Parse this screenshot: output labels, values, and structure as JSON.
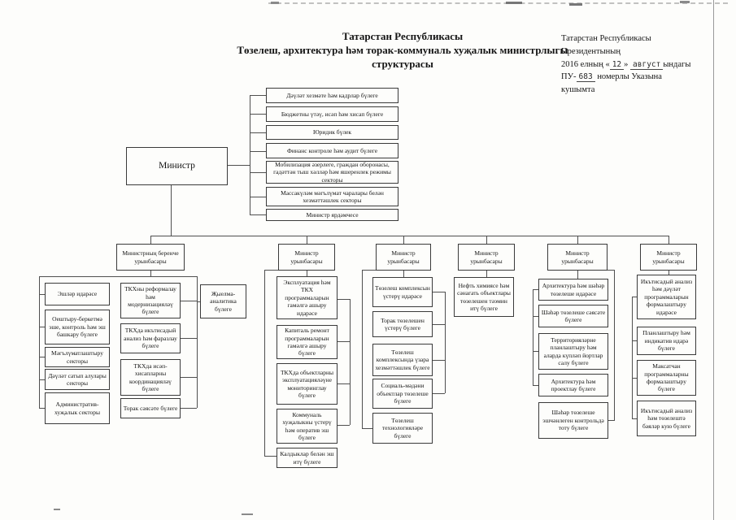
{
  "title": {
    "line1": "Татарстан Республикасы",
    "line2": "Төзелеш, архитектура һәм торак-коммуналь хуҗалык министрлыгы",
    "line3": "структурасы"
  },
  "decree_note": {
    "line1": "Татарстан Республикасы",
    "line2": "Президентының",
    "year_line": {
      "pre": "2016 елның «",
      "day": "12",
      "close": "»",
      "month": "август",
      "suffix": "ындагы"
    },
    "number_line": {
      "pre": "ПУ-",
      "num": "683",
      "post": " номерлы Указына"
    },
    "line5": "кушымта"
  },
  "org": {
    "minister_label": "Министр",
    "minister_units": [
      "Дәүләт хезмәте һәм кадрлар бүлеге",
      "Бюджетны үтәү, исәп һәм хисап бүлеге",
      "Юридик бүлек",
      "Финанс контроле һәм аудит бүлеге",
      "Мобилизация әзерлеге, граждан оборонасы, гадәттән тыш хәлләр һәм яшеренлек режимы секторы",
      "Массакүләм мәгълүмат чаралары белән хезмәттәшлек секторы",
      "Министр ярдәмчесе"
    ],
    "deputies": [
      {
        "label": "Министрның беренче урынбасары"
      },
      {
        "label": "Министр урынбасары"
      },
      {
        "label": "Министр урынбасары"
      },
      {
        "label": "Министр урынбасары"
      },
      {
        "label": "Министр урынбасары"
      },
      {
        "label": "Министр урынбасары"
      }
    ],
    "first_deputy_admin_units": [
      "Эшләр идарәсе",
      "Оештыру-беркетмә эше, контроль һәм эш башкару бүлеге",
      "Мәгълүматлаштыру секторы",
      "Дәүләт сатып алулары секторы",
      "Административ-хуҗалык секторы"
    ],
    "first_deputy_tkh_units": [
      "ТКХны реформалау һәм модернизацияләү бүлеге",
      "ТКХда икътисадый анализ һәм фаразлау бүлеге",
      "ТКХда исәп-хисапларны координацияләү бүлеге",
      "Торак сәясәте бүлеге"
    ],
    "first_deputy_analytics_unit": "Җыелма-аналитика бүлеге",
    "deputy2_units": [
      "Эксплуатация һәм ТКХ программаларын гамәлгә ашыру идарәсе",
      "Капиталь ремонт программаларын гамәлгә ашыру бүлеге",
      "ТКХда объектларны эксплуатацияләүне мониторинглау бүлеге",
      "Коммуналь хуҗалыкны үстерү һәм оператив эш бүлеге",
      "Калдыклар белән эш итү бүлеге"
    ],
    "deputy3_units": [
      "Төзелеш комплексын үстерү идарәсе",
      "Торак төзелешен үстерү бүлеге",
      "Төзелеш комплексында үзара хезмәттәшлек бүлеге",
      "Социаль-мәдәни объектлар төзелеше бүлеге",
      "Төзелеш технологияләре бүлеге"
    ],
    "deputy4_units": [
      "Нефть химиясе һәм сәнагать объектлары төзелешен тәэмин итү бүлеге"
    ],
    "deputy5_units": [
      "Архитектура һәм шәһәр төзелеше идарәсе",
      "Шәһәр төзелеше сәясәте бүлеге",
      "Территорияләрне планлаштыру һәм аларда күпләп йортлар салу бүлеге",
      "Архитектура һәм проектлау бүлеге",
      "Шәһәр төзелеше эшчәнлеген контрольдә тоту бүлеге"
    ],
    "deputy6_units": [
      "Икътисадый анализ һәм дәүләт программаларын формалаштыру идарәсе",
      "Планлаштыру һәм индикатив идарә бүлеге",
      "Максатчан программаларны формалаштыру бүлеге",
      "Икътисадый анализ һәм төзелештә бәяләр кую бүлеге"
    ]
  }
}
